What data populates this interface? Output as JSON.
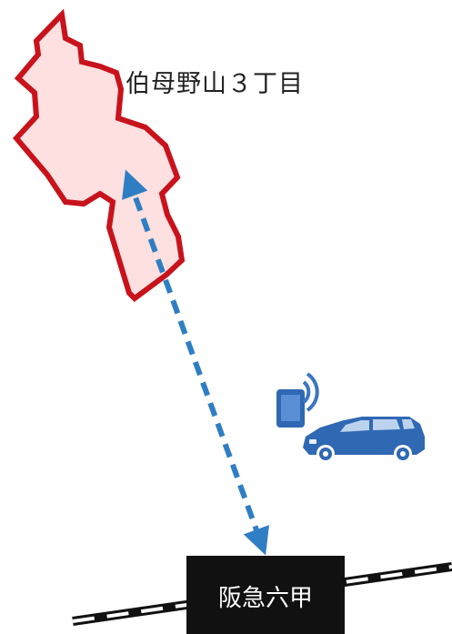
{
  "map": {
    "area": {
      "label": "伯母野山３丁目",
      "fill_color": "#ffe0e0",
      "border_color": "#c8121c"
    },
    "route": {
      "color": "#2f7ec3",
      "style": "dashed",
      "direction": "both-ways"
    },
    "station": {
      "label": "阪急六甲",
      "box_color": "#111111",
      "text_color": "#ffffff"
    },
    "railway": {
      "style": "black-white-dashed"
    },
    "icons": {
      "phone": "smartphone-signal-icon",
      "car": "car-icon"
    }
  }
}
